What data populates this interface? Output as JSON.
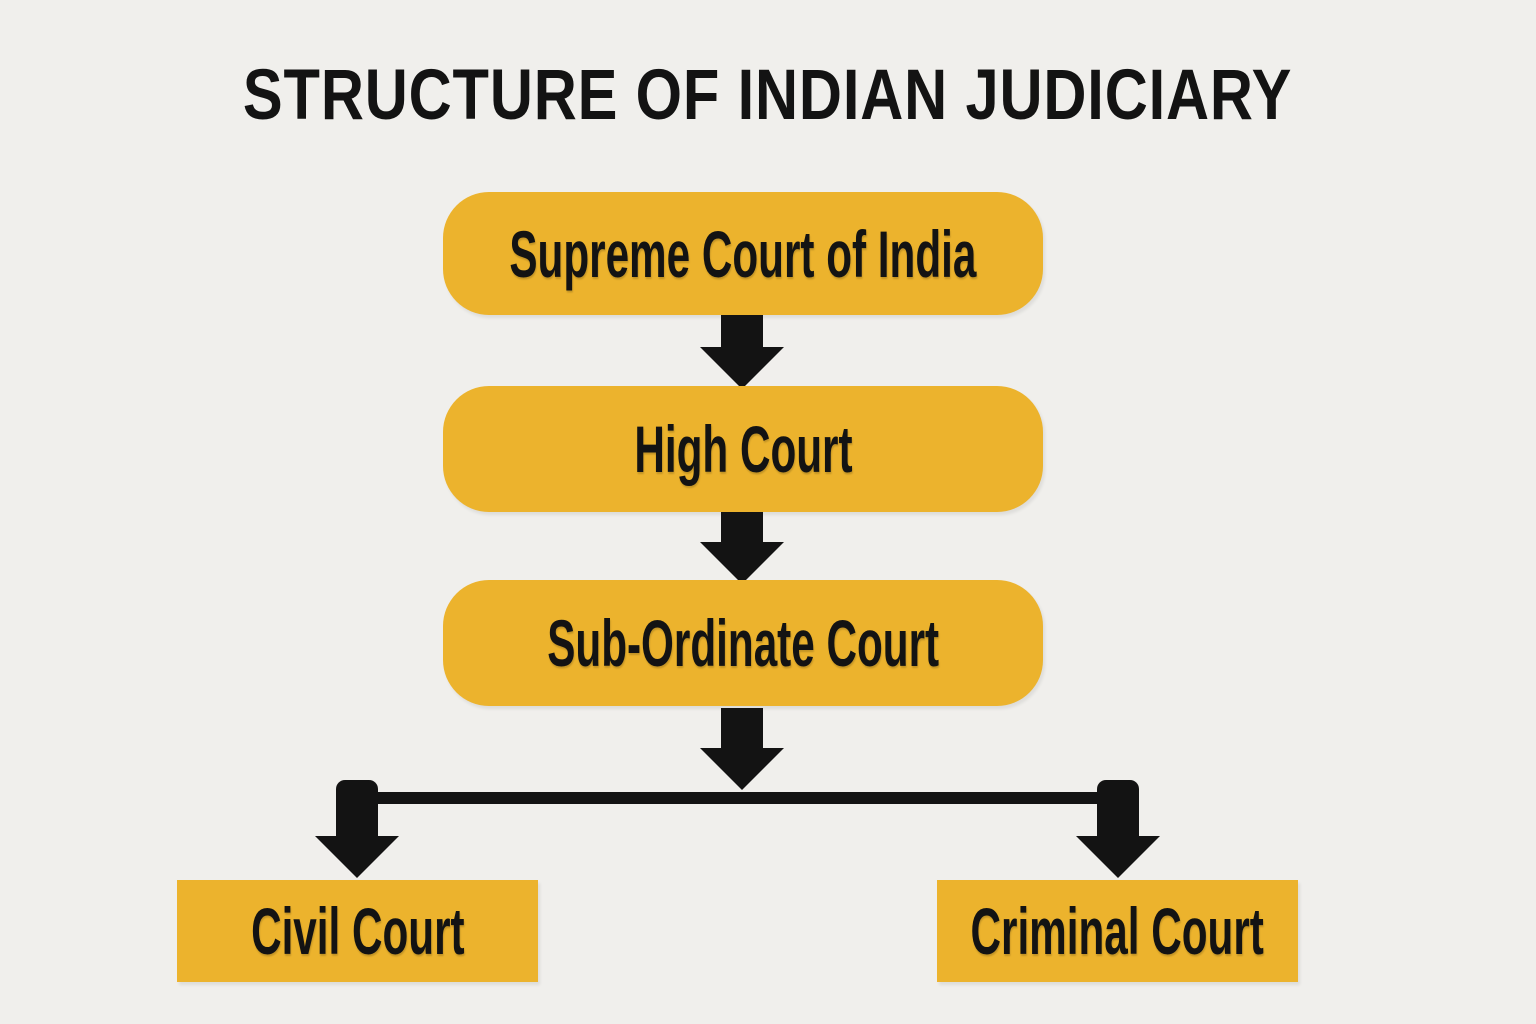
{
  "title": "STRUCTURE OF INDIAN JUDICIARY",
  "colors": {
    "background": "#F0EFEC",
    "node_fill": "#ECB32D",
    "text": "#131313",
    "arrow": "#131313"
  },
  "chart_data": {
    "type": "table",
    "title": "STRUCTURE OF INDIAN JUDICIARY",
    "hierarchy": [
      "Supreme Court of India",
      "High Court",
      "Sub-Ordinate Court",
      [
        "Civil Court",
        "Criminal Court"
      ]
    ]
  },
  "flowchart": {
    "levels": [
      {
        "id": "supreme-court",
        "label": "Supreme Court of India",
        "shape": "rounded"
      },
      {
        "id": "high-court",
        "label": "High Court",
        "shape": "rounded"
      },
      {
        "id": "subordinate-court",
        "label": "Sub-Ordinate Court",
        "shape": "rounded"
      }
    ],
    "branches": [
      {
        "id": "civil-court",
        "label": "Civil Court",
        "shape": "rectangle"
      },
      {
        "id": "criminal-court",
        "label": "Criminal Court",
        "shape": "rectangle"
      }
    ]
  }
}
